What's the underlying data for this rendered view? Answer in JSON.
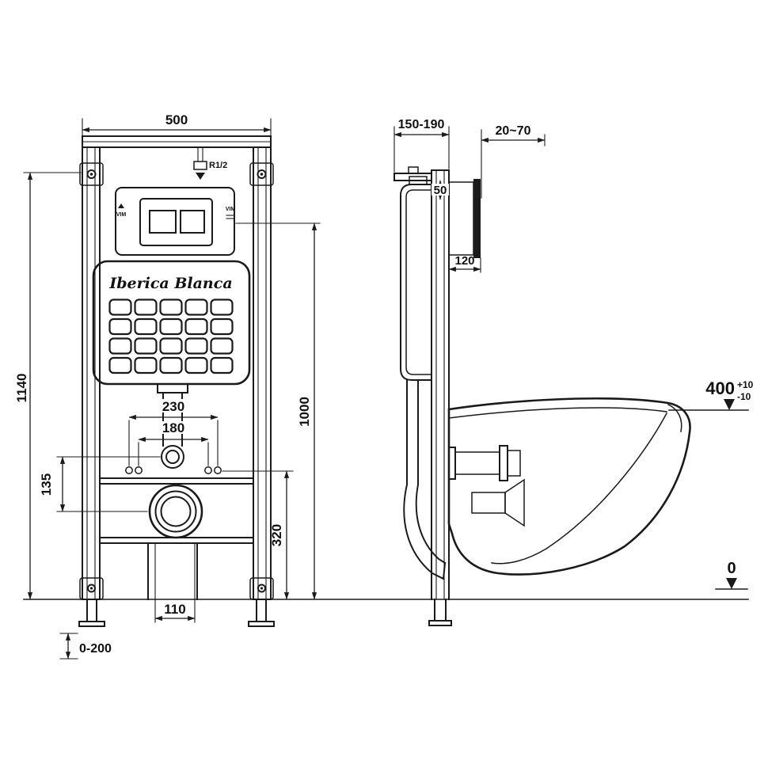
{
  "drawing": {
    "brand": "Iberica Blanca",
    "inlet_label": "R1/2",
    "plate_mark_left": "VIM",
    "plate_mark_right": "VIM",
    "front": {
      "frame_width": "500",
      "frame_height": "1140",
      "plate_height": "1000",
      "bolt_spacing_outer": "230",
      "bolt_spacing_inner": "180",
      "inlet_to_drain": "135",
      "bolt_height": "320",
      "drain_offset": "110",
      "leg_adjust": "0-200"
    },
    "side": {
      "frame_depth": "150-190",
      "wall_finish": "20~70",
      "top_gap": "50",
      "plate_depth": "120",
      "bowl_height": "400",
      "bowl_height_tol_up": "+10",
      "bowl_height_tol_down": "-10",
      "floor_level": "0"
    },
    "colors": {
      "line": "#1a1a1a",
      "background": "#ffffff"
    }
  }
}
